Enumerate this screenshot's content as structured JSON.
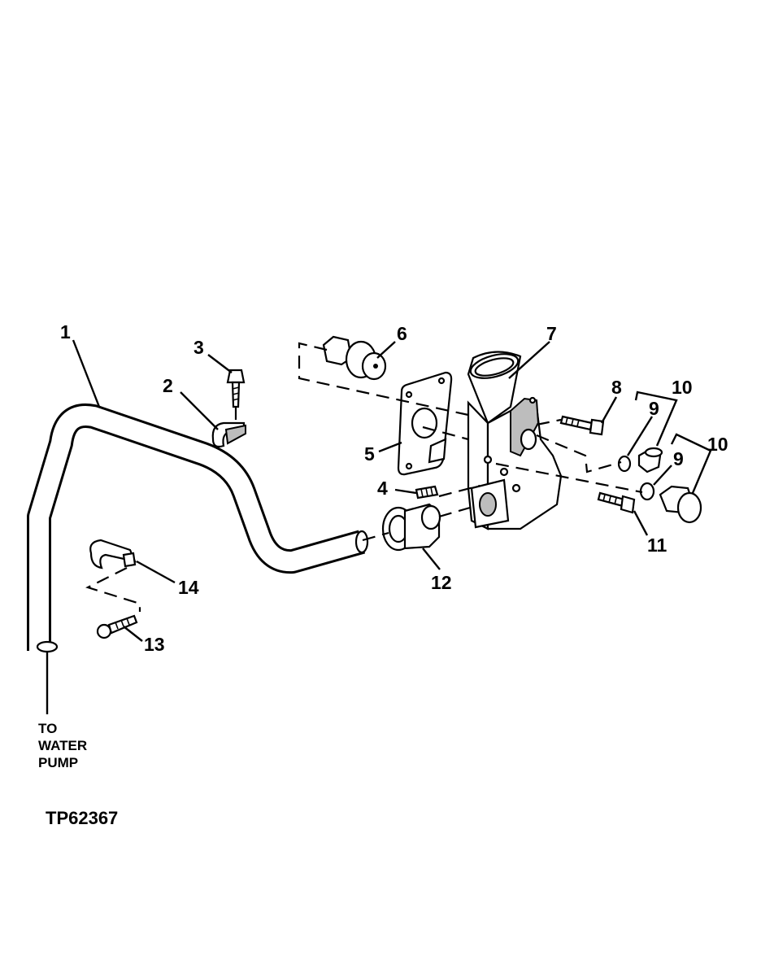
{
  "diagram": {
    "figure_id": "TP62367",
    "callouts": {
      "c1": "1",
      "c2": "2",
      "c3": "3",
      "c4": "4",
      "c5": "5",
      "c6": "6",
      "c7": "7",
      "c8": "8",
      "c9a": "9",
      "c9b": "9",
      "c10a": "10",
      "c10b": "10",
      "c11": "11",
      "c12": "12",
      "c13": "13",
      "c14": "14"
    },
    "note": {
      "line1": "TO",
      "line2": "WATER",
      "line3": "PUMP"
    }
  }
}
